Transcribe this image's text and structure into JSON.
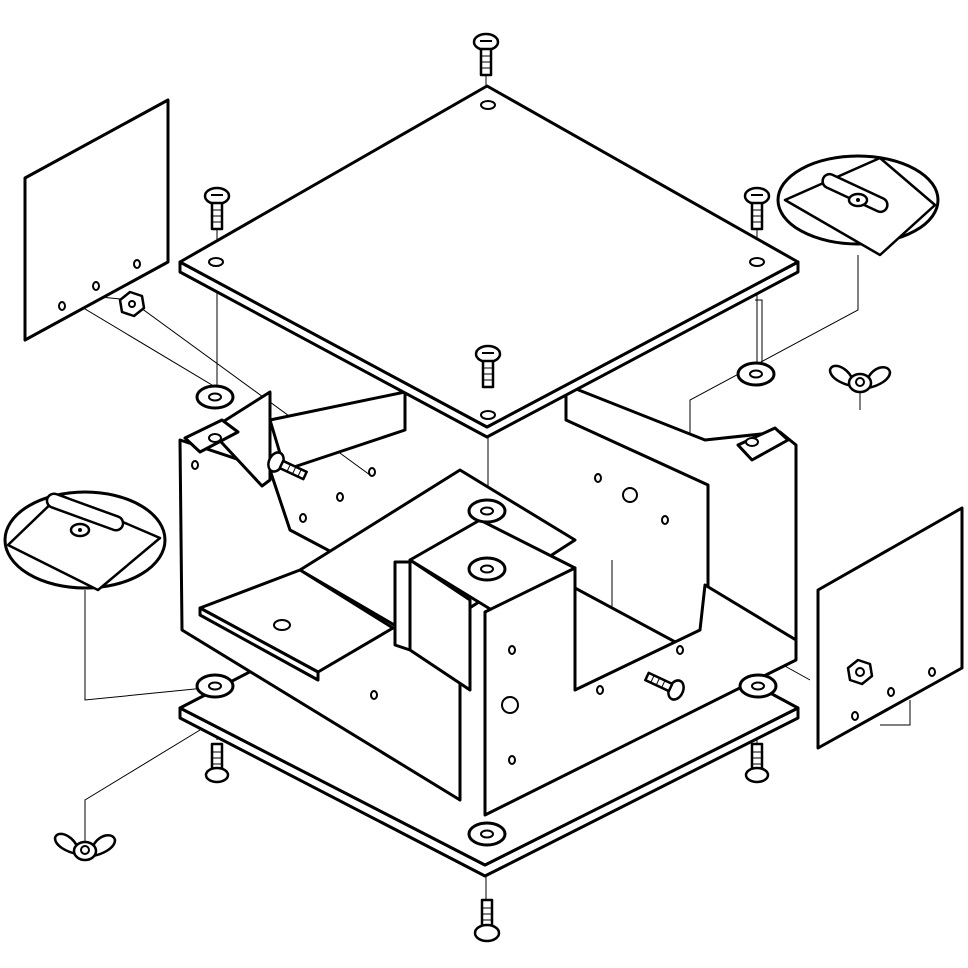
{
  "diagram": {
    "style": "black line art exploded isometric view on white",
    "colors": {
      "line": "#000000",
      "background": "#ffffff"
    },
    "parts": [
      {
        "id": "top-cover-plate",
        "type": "plate"
      },
      {
        "id": "bottom-base-plate",
        "type": "plate"
      },
      {
        "id": "enclosure-frame",
        "type": "frame"
      },
      {
        "id": "left-side-panel",
        "type": "panel"
      },
      {
        "id": "right-side-panel",
        "type": "panel"
      },
      {
        "id": "mounting-clip-top-right",
        "type": "detail-callout"
      },
      {
        "id": "mounting-clip-left",
        "type": "detail-callout"
      },
      {
        "id": "wing-nut",
        "count": 2
      },
      {
        "id": "phillips-screw",
        "count": 8
      },
      {
        "id": "washer",
        "count": 8
      },
      {
        "id": "hex-nut",
        "count": 2
      }
    ]
  }
}
